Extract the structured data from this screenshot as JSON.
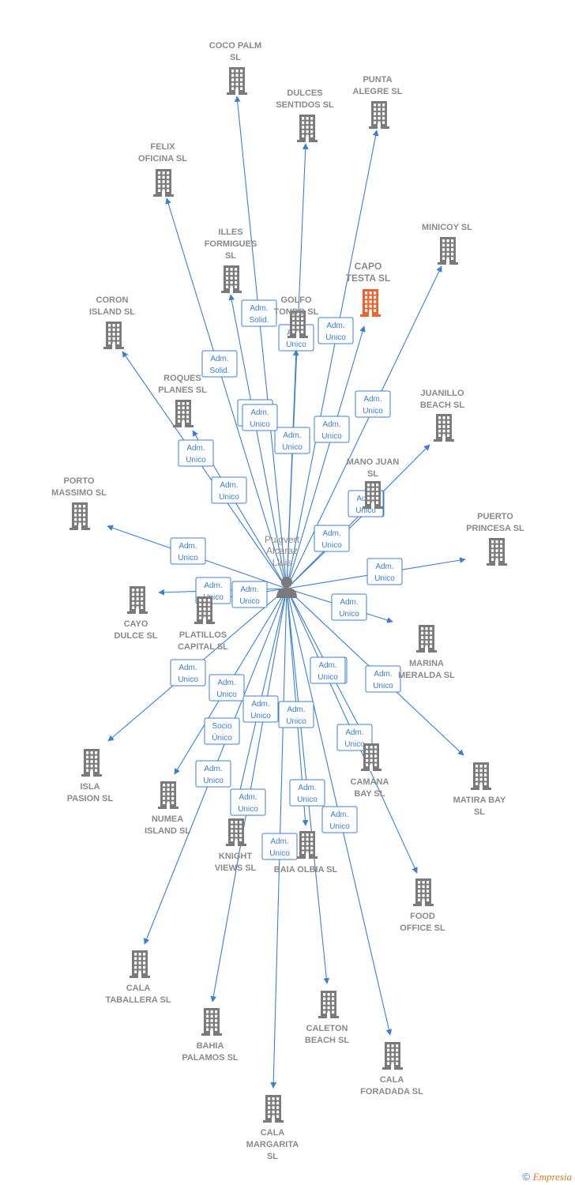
{
  "center": {
    "label": [
      "Puigvert",
      "Alcaraz",
      "Lluis"
    ],
    "icon": "person-icon"
  },
  "colors": {
    "edge": "#3b7fd4",
    "building": "#7a7a7a",
    "focus_building": "#f0632e"
  },
  "nodes": [
    {
      "id": "coco-palm",
      "label": [
        "COCO PALM",
        "SL"
      ],
      "role": [
        "Adm.",
        "Solid."
      ],
      "focus": false
    },
    {
      "id": "dulces-sentidos",
      "label": [
        "DULCES",
        "SENTIDOS SL"
      ],
      "role": [
        "Adm.",
        "Unico"
      ],
      "focus": false
    },
    {
      "id": "punta-alegre",
      "label": [
        "PUNTA",
        "ALEGRE SL"
      ],
      "role": [
        "Adm.",
        "Unico"
      ],
      "focus": false
    },
    {
      "id": "felix-oficina",
      "label": [
        "FELIX",
        "OFICINA SL"
      ],
      "role": [
        "Adm.",
        "Solid."
      ],
      "focus": false
    },
    {
      "id": "minicoy",
      "label": [
        "MINICOY SL"
      ],
      "role": [
        "Adm.",
        "Unico"
      ],
      "focus": false
    },
    {
      "id": "illes-formigues",
      "label": [
        "ILLES",
        "FORMIGUES",
        "SL"
      ],
      "role": [
        "Adm.",
        "Unico"
      ],
      "focus": false
    },
    {
      "id": "capo-testa",
      "label": [
        "CAPO",
        "TESTA SL"
      ],
      "role": [
        "Adm.",
        "Unico"
      ],
      "focus": true
    },
    {
      "id": "golfo-tondo",
      "label": [
        "GOLFO",
        "TONDO SL"
      ],
      "role": [
        "Adm.",
        "Unico"
      ],
      "focus": false
    },
    {
      "id": "coron-island",
      "label": [
        "CORON",
        "ISLAND SL"
      ],
      "role": [
        "Adm.",
        "Unico"
      ],
      "focus": false
    },
    {
      "id": "roques-planes",
      "label": [
        "ROQUES",
        "PLANES SL"
      ],
      "role": [
        "Adm.",
        "Unico"
      ],
      "focus": false
    },
    {
      "id": "juanillo-beach",
      "label": [
        "JUANILLO",
        "BEACH SL"
      ],
      "role": [
        "Adm.",
        "Unico"
      ],
      "focus": false
    },
    {
      "id": "mano-juan",
      "label": [
        "MANO JUAN",
        "SL"
      ],
      "role": [
        "Adm.",
        "Unico"
      ],
      "focus": false
    },
    {
      "id": "porto-massimo",
      "label": [
        "PORTO",
        "MASSIMO SL"
      ],
      "role": [
        "Adm.",
        "Unico"
      ],
      "focus": false
    },
    {
      "id": "puerto-princesa",
      "label": [
        "PUERTO",
        "PRINCESA SL"
      ],
      "role": [
        "Adm.",
        "Unico"
      ],
      "focus": false
    },
    {
      "id": "cayo-dulce",
      "label": [
        "CAYO",
        "DULCE SL"
      ],
      "role": [
        "Adm.",
        "Unico"
      ],
      "focus": false
    },
    {
      "id": "platillos-capital",
      "label": [
        "PLATILLOS",
        "CAPITAL SL"
      ],
      "role": [
        "Adm.",
        "Unico"
      ],
      "focus": false
    },
    {
      "id": "marina-meralda",
      "label": [
        "MARINA",
        "MERALDA SL"
      ],
      "role": [
        "Adm.",
        "Unico"
      ],
      "focus": false
    },
    {
      "id": "isla-pasion",
      "label": [
        "ISLA",
        "PASION SL"
      ],
      "role": [
        "Adm.",
        "Unico"
      ],
      "focus": false
    },
    {
      "id": "matira-bay",
      "label": [
        "MATIRA BAY",
        "SL"
      ],
      "role": [
        "Adm.",
        "Unico"
      ],
      "focus": false
    },
    {
      "id": "numea-island",
      "label": [
        "NUMEA",
        "ISLAND SL"
      ],
      "role": [
        "Adm.",
        "Unico"
      ],
      "focus": false
    },
    {
      "id": "camana-bay",
      "label": [
        "CAMANA",
        "BAY SL"
      ],
      "role": [
        "Adm.",
        "Unico"
      ],
      "focus": false
    },
    {
      "id": "knight-views",
      "label": [
        "KNIGHT",
        "VIEWS SL"
      ],
      "role": [
        "Socio",
        "Único"
      ],
      "focus": false
    },
    {
      "id": "baia-olbia",
      "label": [
        "BAIA OLBIA SL"
      ],
      "role": [
        "Adm.",
        "Unico"
      ],
      "focus": false
    },
    {
      "id": "food-office",
      "label": [
        "FOOD",
        "OFFICE SL"
      ],
      "role": [
        "Adm.",
        "Unico"
      ],
      "focus": false
    },
    {
      "id": "cala-taballera",
      "label": [
        "CALA",
        "TABALLERA SL"
      ],
      "role": [
        "Adm.",
        "Unico"
      ],
      "focus": false
    },
    {
      "id": "bahia-palamos",
      "label": [
        "BAHIA",
        "PALAMOS SL"
      ],
      "role": [
        "Adm.",
        "Unico"
      ],
      "focus": false
    },
    {
      "id": "caleton-beach",
      "label": [
        "CALETON",
        "BEACH SL"
      ],
      "role": [
        "Adm.",
        "Unico"
      ],
      "focus": false
    },
    {
      "id": "cala-foradada",
      "label": [
        "CALA",
        "FORADADA SL"
      ],
      "role": [
        "Adm.",
        "Unico"
      ],
      "focus": false
    },
    {
      "id": "cala-margarita",
      "label": [
        "CALA",
        "MARGARITA",
        "SL"
      ],
      "role": [
        "Adm.",
        "Unico"
      ],
      "focus": false
    }
  ],
  "footer": {
    "copyright": "©",
    "brand": "Empresia"
  }
}
